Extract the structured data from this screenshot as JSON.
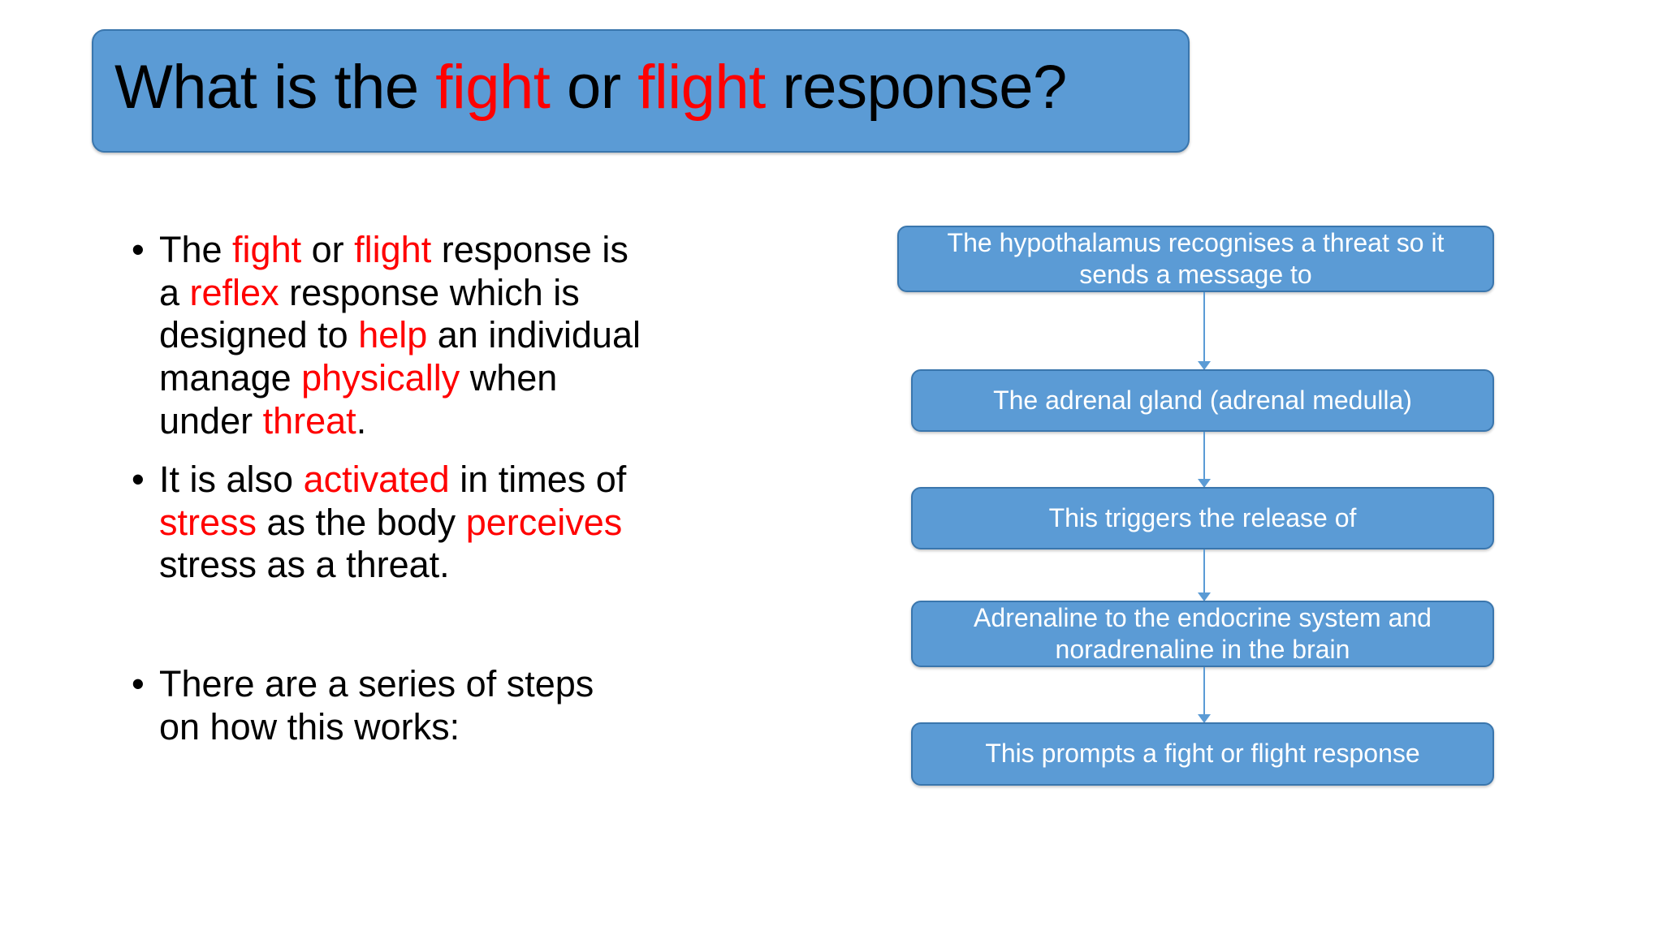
{
  "slide": {
    "title": {
      "segments": [
        {
          "text": "What is the ",
          "color": "black"
        },
        {
          "text": "fight",
          "color": "red"
        },
        {
          "text": " or ",
          "color": "black"
        },
        {
          "text": "flight",
          "color": "red"
        },
        {
          "text": " response?",
          "color": "black"
        }
      ],
      "plain": "What is the fight or flight response?"
    },
    "bullets": [
      {
        "id": "bullet-1",
        "marker": "•",
        "plain": "The fight or flight response is a reflex response which is designed to help an individual manage physically when under threat.",
        "segments": [
          {
            "text": "The ",
            "color": "black"
          },
          {
            "text": "fight",
            "color": "red"
          },
          {
            "text": " or ",
            "color": "black"
          },
          {
            "text": "flight",
            "color": "red"
          },
          {
            "text": " response is a ",
            "color": "black"
          },
          {
            "text": "reflex",
            "color": "red"
          },
          {
            "text": " response which is designed to ",
            "color": "black"
          },
          {
            "text": "help",
            "color": "red"
          },
          {
            "text": " an individual manage ",
            "color": "black"
          },
          {
            "text": "physically",
            "color": "red"
          },
          {
            "text": " when under ",
            "color": "black"
          },
          {
            "text": "threat",
            "color": "red"
          },
          {
            "text": ".",
            "color": "black"
          }
        ]
      },
      {
        "id": "bullet-2",
        "marker": "•",
        "plain": "It is also activated in times of stress as the body perceives stress as a threat.",
        "segments": [
          {
            "text": "It is also ",
            "color": "black"
          },
          {
            "text": "activated",
            "color": "red"
          },
          {
            "text": " in times of ",
            "color": "black"
          },
          {
            "text": "stress",
            "color": "red"
          },
          {
            "text": " as the body ",
            "color": "black"
          },
          {
            "text": "perceives",
            "color": "red"
          },
          {
            "text": " stress as a threat.",
            "color": "black"
          }
        ]
      },
      {
        "id": "bullet-3",
        "marker": "•",
        "plain": "There are a series of steps on how this works:",
        "segments": [
          {
            "text": "There are a series of steps on how this works:",
            "color": "black"
          }
        ]
      }
    ],
    "flowchart": {
      "orientation": "vertical",
      "arrow_icon": "arrow-down-icon",
      "steps": [
        {
          "id": "step-1",
          "label": "The hypothalamus recognises a threat so it sends a message to"
        },
        {
          "id": "step-2",
          "label": "The adrenal gland (adrenal medulla)"
        },
        {
          "id": "step-3",
          "label": "This triggers the release of"
        },
        {
          "id": "step-4",
          "label": "Adrenaline to the endocrine system and noradrenaline in the brain"
        },
        {
          "id": "step-5",
          "label": "This prompts a fight or flight response"
        }
      ]
    },
    "colors": {
      "accent_blue": "#5B9BD5",
      "accent_blue_border": "#3A76AD",
      "highlight_red": "#FF0000",
      "body_text": "#000000",
      "box_text": "#FFFFFF",
      "background": "#FFFFFF"
    }
  }
}
